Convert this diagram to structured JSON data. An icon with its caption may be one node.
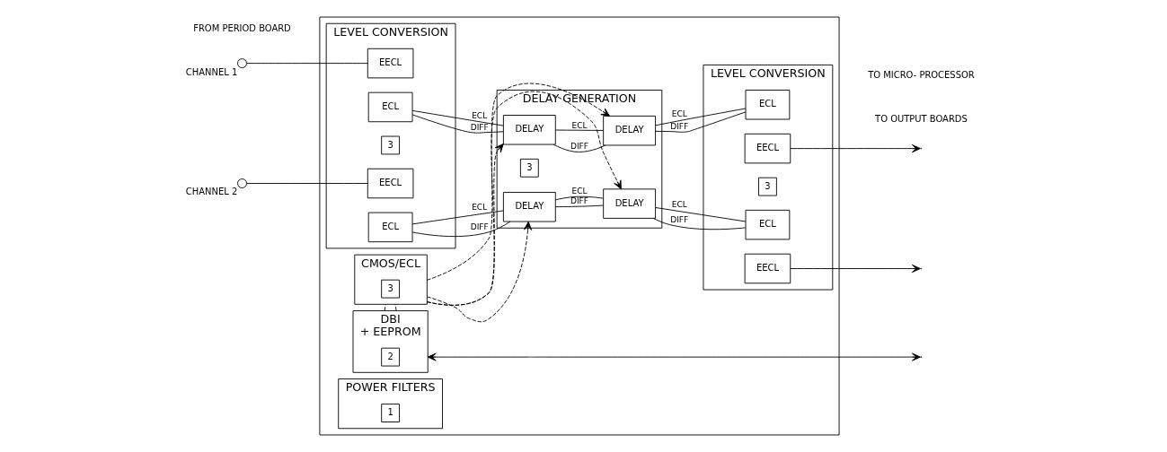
{
  "diagram": {
    "nodes": [
      {
        "text": [],
        "shape": "box"
      },
      {
        "text": [],
        "shape": "circle",
        "beside": [
          "CHANNEL 1"
        ]
      },
      {
        "text": [],
        "shape": "circle",
        "beside": [
          "CHANNEL 2"
        ]
      },
      {
        "text": [
          "LEVEL CONVERSION"
        ],
        "in": 0
      },
      {
        "text": [
          "EECL"
        ],
        "in": 3
      },
      {
        "text": [
          "ECL"
        ],
        "in": 3
      },
      {
        "text": [
          "3"
        ],
        "in": 3
      },
      {
        "text": [
          "EECL"
        ],
        "in": 3
      },
      {
        "text": [
          "ECL"
        ],
        "in": 3
      },
      {
        "text": [
          "DELAY GENERATION"
        ],
        "in": 0
      },
      {
        "text": [
          "DELAY"
        ],
        "in": 9
      },
      {
        "text": [
          "DELAY"
        ],
        "in": 9
      },
      {
        "text": [
          "3"
        ],
        "in": 9
      },
      {
        "text": [
          "DELAY"
        ],
        "in": 9
      },
      {
        "text": [
          "DELAY"
        ],
        "in": 9
      },
      {
        "text": [
          "LEVEL CONVERSION"
        ],
        "in": 0
      },
      {
        "text": [
          "ECL"
        ],
        "in": 15
      },
      {
        "text": [
          "EECL"
        ],
        "in": 15
      },
      {
        "text": [
          "3"
        ],
        "in": 15
      },
      {
        "text": [
          "ECL"
        ],
        "in": 15
      },
      {
        "text": [
          "EECL"
        ],
        "in": 15
      },
      {
        "text": [
          "CMOS/ECL"
        ],
        "in": 0
      },
      {
        "text": [
          "3"
        ],
        "in": 21
      },
      {
        "text": [
          "DBI",
          "+ EEPROM"
        ],
        "in": 0
      },
      {
        "text": [
          "2"
        ],
        "in": 23
      },
      {
        "text": [
          "POWER FILTERS"
        ],
        "in": 0
      },
      {
        "text": [
          "1"
        ],
        "in": 25
      }
    ],
    "edges": [
      {
        "from": 1,
        "to": 4,
        "arrow": "none"
      },
      {
        "from": 2,
        "to": 7,
        "arrow": "none"
      },
      {
        "from": 5,
        "to": 10,
        "label": "DIFF",
        "arrow": "none"
      },
      {
        "from": 5,
        "to": 10,
        "label": "ECL",
        "arrow": "none"
      },
      {
        "from": 10,
        "to": 11,
        "label": "DIFF",
        "arrow": "none"
      },
      {
        "from": 10,
        "to": 11,
        "label": "ECL",
        "arrow": "none"
      },
      {
        "from": 11,
        "to": 16,
        "label": "DIFF",
        "arrow": "none"
      },
      {
        "from": 11,
        "to": 16,
        "label": "ECL",
        "arrow": "none"
      },
      {
        "from": 8,
        "to": 13,
        "label": "DIFF",
        "arrow": "none"
      },
      {
        "from": 8,
        "to": 13,
        "label": "ECL",
        "arrow": "none"
      },
      {
        "from": 13,
        "to": 14,
        "label": "DIFF",
        "arrow": "none"
      },
      {
        "from": 13,
        "to": 14,
        "label": "ECL",
        "arrow": "none"
      },
      {
        "from": 14,
        "to": 19,
        "label": "DIFF",
        "arrow": "none"
      },
      {
        "from": 14,
        "to": 19,
        "label": "ECL",
        "arrow": "none"
      },
      {
        "from": 17,
        "to": null,
        "arrow": "to"
      },
      {
        "from": 20,
        "to": null,
        "arrow": "to"
      },
      {
        "from": 23,
        "to": null,
        "arrow": "both"
      },
      {
        "from": 23,
        "to": 21,
        "arrow": "none",
        "style": "dashed"
      },
      {
        "from": 23,
        "to": 21,
        "arrow": "none",
        "style": "dashed"
      },
      {
        "from": 21,
        "to": 10,
        "arrow": "to",
        "style": "dashed"
      },
      {
        "from": 21,
        "to": 11,
        "arrow": "to",
        "style": "dashed"
      },
      {
        "from": 21,
        "to": 13,
        "arrow": "to",
        "style": "dashed"
      },
      {
        "from": 21,
        "to": 14,
        "arrow": "to",
        "style": "dashed"
      }
    ],
    "labels": [
      "FROM PERIOD BOARD",
      "TO OUTPUT BOARDS",
      "TO MICRO- PROCESSOR"
    ]
  }
}
